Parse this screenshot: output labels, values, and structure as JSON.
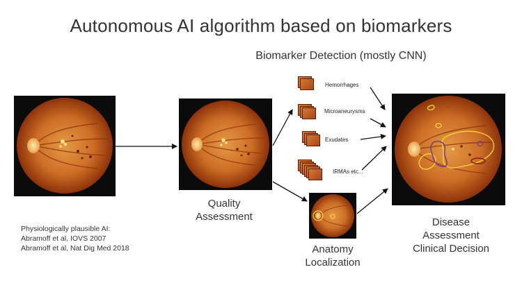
{
  "title": "Autonomous AI algorithm based on biomarkers",
  "subtitle": "Biomarker Detection (mostly CNN)",
  "biomarkers": [
    {
      "label": "Hemorrhages"
    },
    {
      "label": "Microaneurysms"
    },
    {
      "label": "Exudates"
    },
    {
      "label": "IRMAs etc..."
    }
  ],
  "captions": {
    "quality": [
      "Quality",
      "Assessment"
    ],
    "anatomy": [
      "Anatomy",
      "Localization"
    ],
    "disease": [
      "Disease",
      "Assessment",
      "Clinical Decision"
    ]
  },
  "citations": [
    "Physiologically plausible AI:",
    "Abramoff et al, IOVS 2007",
    "Abramoff et al, Nat Dig Med 2018"
  ],
  "colors": {
    "fundus_outer": "#9a3c0c",
    "fundus_mid": "#c86a24",
    "fundus_inner": "#e0903a",
    "optic_disc": "#f4d889",
    "exudate": "#f2e08a",
    "hemorrhage": "#6a1e0c",
    "annotation_yellow": "#f0d43a",
    "annotation_purple": "#7a3c8a",
    "annotation_maroon": "#8a1a2a"
  },
  "icons": [
    "fundus-image",
    "patch-stack-icon",
    "arrow"
  ]
}
